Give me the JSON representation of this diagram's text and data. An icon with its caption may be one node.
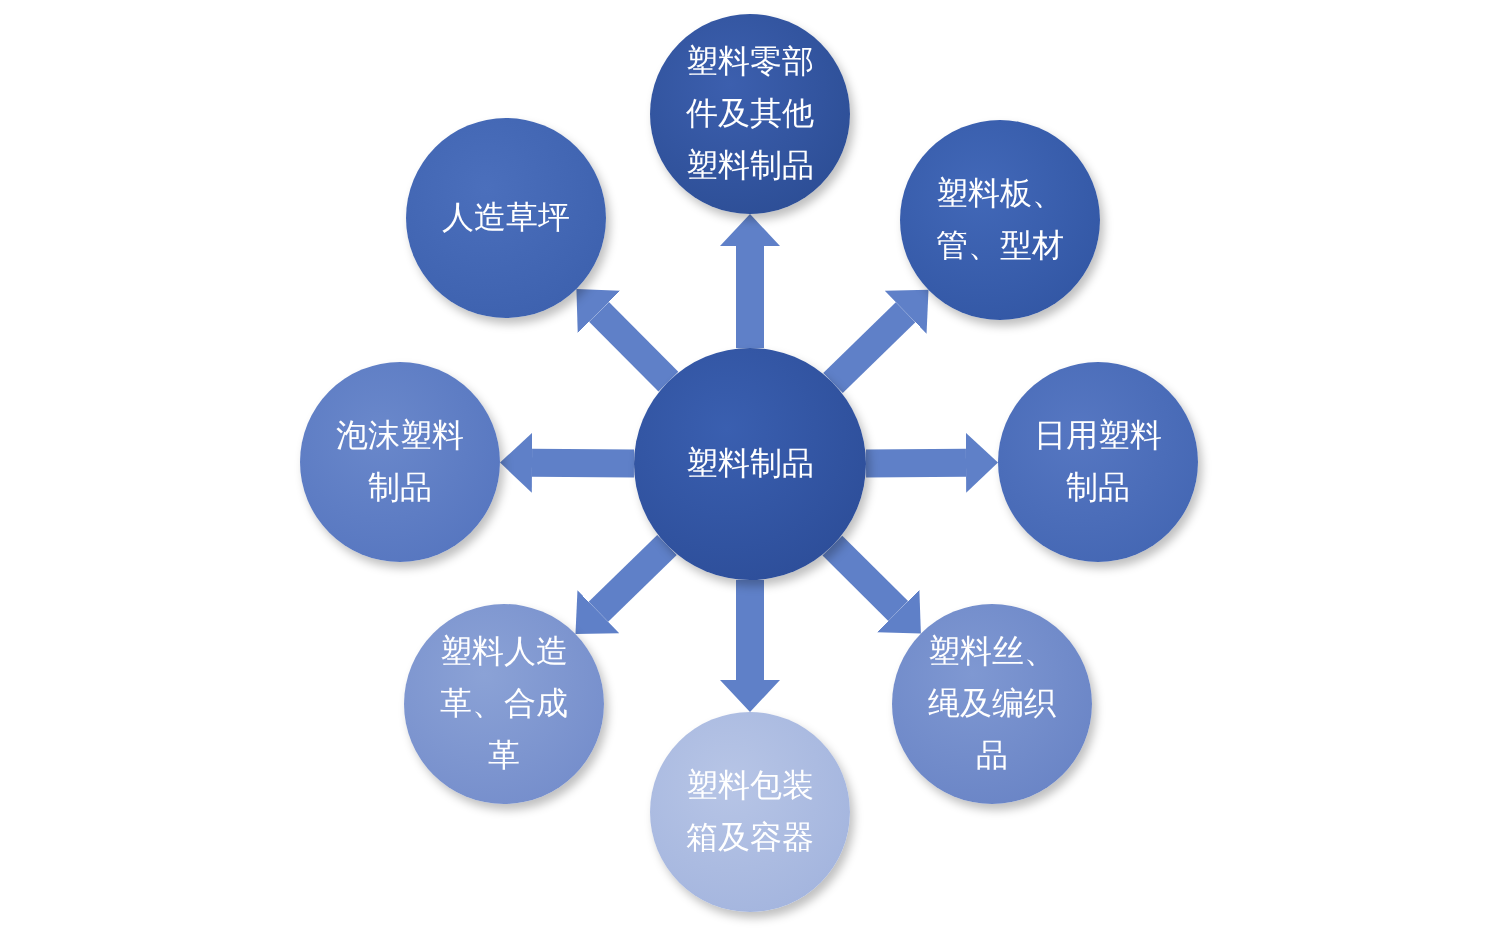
{
  "diagram": {
    "nodes": [
      {
        "text": [
          "塑料制品"
        ]
      },
      {
        "text": [
          "塑料零部件及其他塑料制品"
        ]
      },
      {
        "text": [
          "塑料板、管、型材"
        ]
      },
      {
        "text": [
          "日用塑料制品"
        ]
      },
      {
        "text": [
          "塑料丝、绳及编织品"
        ]
      },
      {
        "text": [
          "塑料包装箱及容器"
        ]
      },
      {
        "text": [
          "塑料人造革、合成革"
        ]
      },
      {
        "text": [
          "泡沫塑料制品"
        ]
      },
      {
        "text": [
          "人造草坪"
        ]
      }
    ],
    "edges": [
      {
        "from": 0,
        "to": 1,
        "arrow": "to"
      },
      {
        "from": 0,
        "to": 2,
        "arrow": "to"
      },
      {
        "from": 0,
        "to": 3,
        "arrow": "to"
      },
      {
        "from": 0,
        "to": 4,
        "arrow": "to"
      },
      {
        "from": 0,
        "to": 5,
        "arrow": "to"
      },
      {
        "from": 0,
        "to": 6,
        "arrow": "to"
      },
      {
        "from": 0,
        "to": 7,
        "arrow": "to"
      },
      {
        "from": 0,
        "to": 8,
        "arrow": "to"
      }
    ]
  }
}
